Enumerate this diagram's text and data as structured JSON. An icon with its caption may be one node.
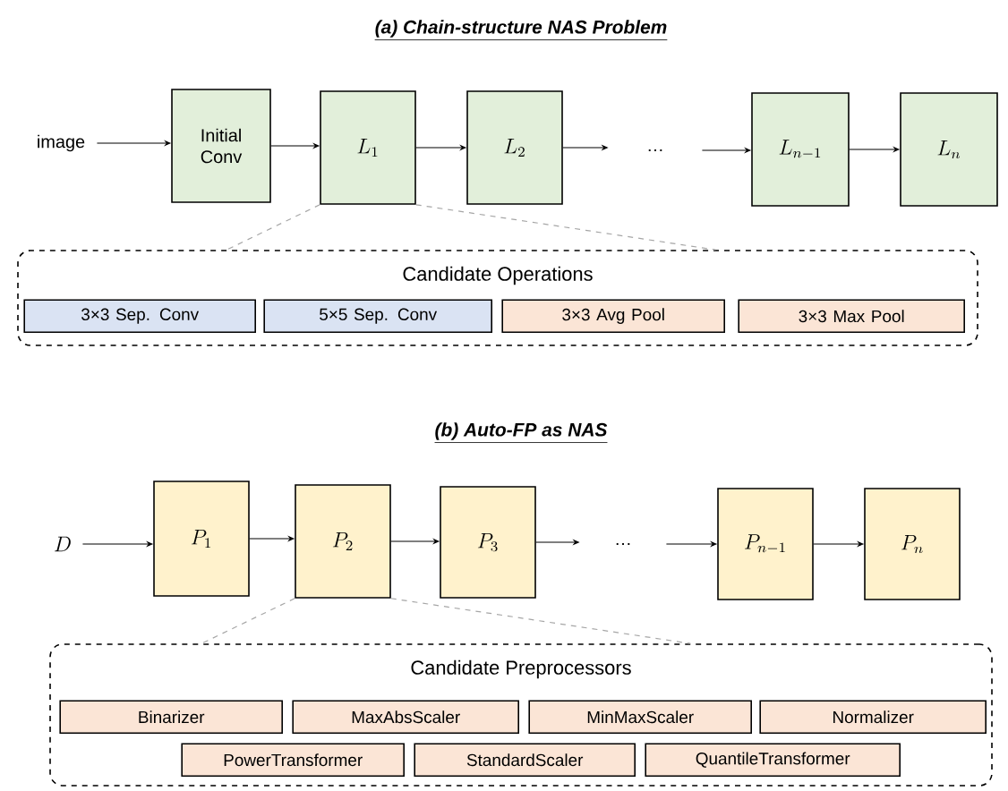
{
  "diagram": {
    "nodes": [
      {
        "text": [
          "image"
        ]
      },
      {
        "text": [
          "Initial Conv"
        ]
      },
      {
        "text": [
          "L_1"
        ]
      },
      {
        "text": [
          "L_2"
        ]
      },
      {
        "text": [
          "…"
        ]
      },
      {
        "text": [
          "L_{n-1}"
        ]
      },
      {
        "text": [
          "L_n"
        ]
      },
      {
        "text": [
          "Candidate Operations"
        ]
      },
      {
        "text": [
          "3×3 Sep. Conv"
        ],
        "in": 7
      },
      {
        "text": [
          "5×5 Sep. Conv"
        ],
        "in": 7
      },
      {
        "text": [
          "3×3 Avg Pool"
        ],
        "in": 7
      },
      {
        "text": [
          "3×3 Max Pool"
        ],
        "in": 7
      },
      {
        "text": [
          "D"
        ]
      },
      {
        "text": [
          "P_1"
        ]
      },
      {
        "text": [
          "P_2"
        ]
      },
      {
        "text": [
          "P_3"
        ]
      },
      {
        "text": [
          "…"
        ]
      },
      {
        "text": [
          "P_{n-1}"
        ]
      },
      {
        "text": [
          "P_n"
        ]
      },
      {
        "text": [
          "Candidate Preprocessors"
        ]
      },
      {
        "text": [
          "Binarizer"
        ],
        "in": 19
      },
      {
        "text": [
          "MaxAbsScaler"
        ],
        "in": 19
      },
      {
        "text": [
          "MinMaxScaler"
        ],
        "in": 19
      },
      {
        "text": [
          "Normalizer"
        ],
        "in": 19
      },
      {
        "text": [
          "PowerTransformer"
        ],
        "in": 19
      },
      {
        "text": [
          "StandardScaler"
        ],
        "in": 19
      },
      {
        "text": [
          "QuantileTransformer"
        ],
        "in": 19
      }
    ],
    "edges": [
      {
        "from": 0,
        "to": 1,
        "arrow": "to"
      },
      {
        "from": 1,
        "to": 2,
        "arrow": "to"
      },
      {
        "from": 2,
        "to": 3,
        "arrow": "to"
      },
      {
        "from": 3,
        "to": 4,
        "arrow": "to"
      },
      {
        "from": 4,
        "to": 5,
        "arrow": "to"
      },
      {
        "from": 5,
        "to": 6,
        "arrow": "to"
      },
      {
        "from": 2,
        "to": 7,
        "arrow": "none",
        "style": "dashed",
        "color": "#a6a6a6"
      },
      {
        "from": 2,
        "to": 7,
        "arrow": "none",
        "style": "dashed",
        "color": "#a6a6a6"
      },
      {
        "from": 12,
        "to": 13,
        "arrow": "to"
      },
      {
        "from": 13,
        "to": 14,
        "arrow": "to"
      },
      {
        "from": 14,
        "to": 15,
        "arrow": "to"
      },
      {
        "from": 15,
        "to": 16,
        "arrow": "to"
      },
      {
        "from": 16,
        "to": 17,
        "arrow": "to"
      },
      {
        "from": 17,
        "to": 18,
        "arrow": "to"
      },
      {
        "from": 14,
        "to": 19,
        "arrow": "none",
        "style": "dashed",
        "color": "#a6a6a6"
      },
      {
        "from": 14,
        "to": 19,
        "arrow": "none",
        "style": "dashed",
        "color": "#a6a6a6"
      }
    ],
    "labels": [
      "(a) Chain-structure NAS Problem",
      "(b) Auto-FP as NAS"
    ]
  }
}
